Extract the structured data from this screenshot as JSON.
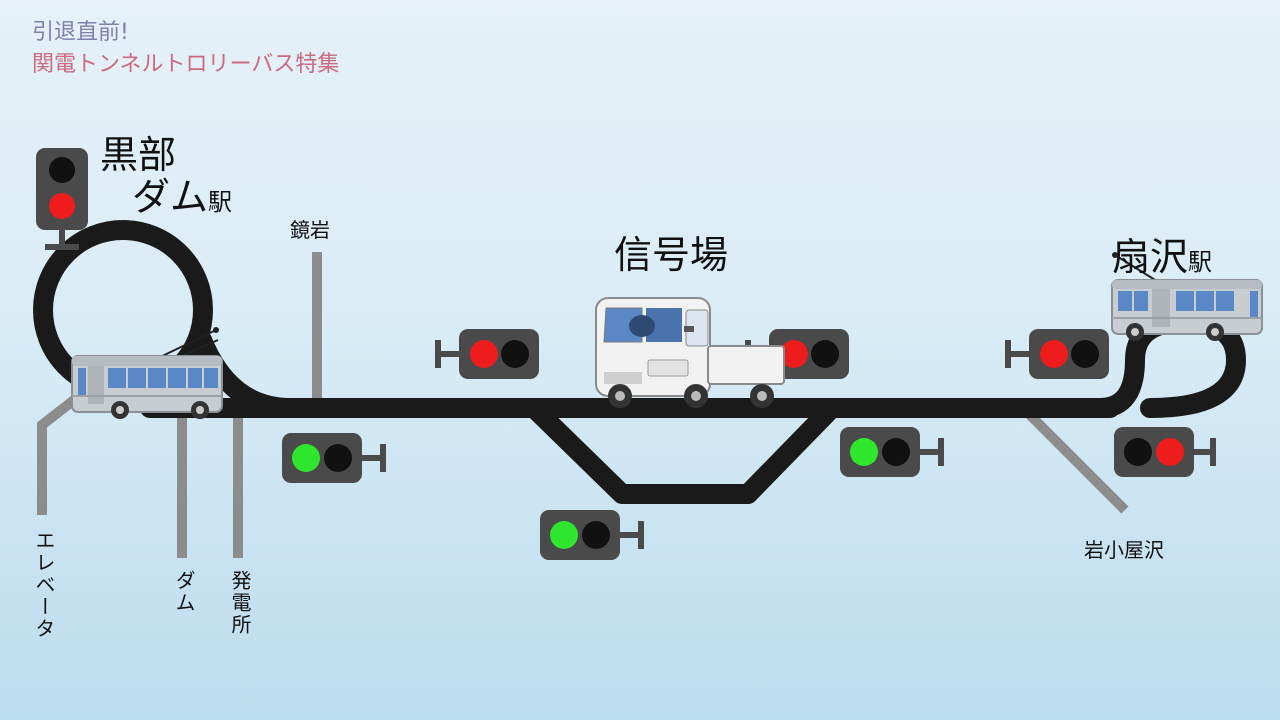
{
  "title": {
    "line1": "引退直前!",
    "line2": "関電トンネルトロリーバス特集"
  },
  "stations": {
    "kurobe_line1": "黒部",
    "kurobe_line2": "ダム",
    "kurobe_eki": "駅",
    "shingojo": "信号場",
    "ogisawa": "扇沢",
    "ogisawa_eki": "駅"
  },
  "branch_labels": {
    "kagamiiwa": "鏡岩",
    "elevator": "エレベータ",
    "dam": "ダム",
    "hatsudensho": "発電所",
    "iwagoyazawa": "岩小屋沢"
  },
  "colors": {
    "track": "#1a1a1a",
    "branch": "#8c8c8c",
    "signal_red": "#ee1c1c",
    "signal_green": "#2ee62e",
    "signal_body": "#4a4a4a"
  }
}
